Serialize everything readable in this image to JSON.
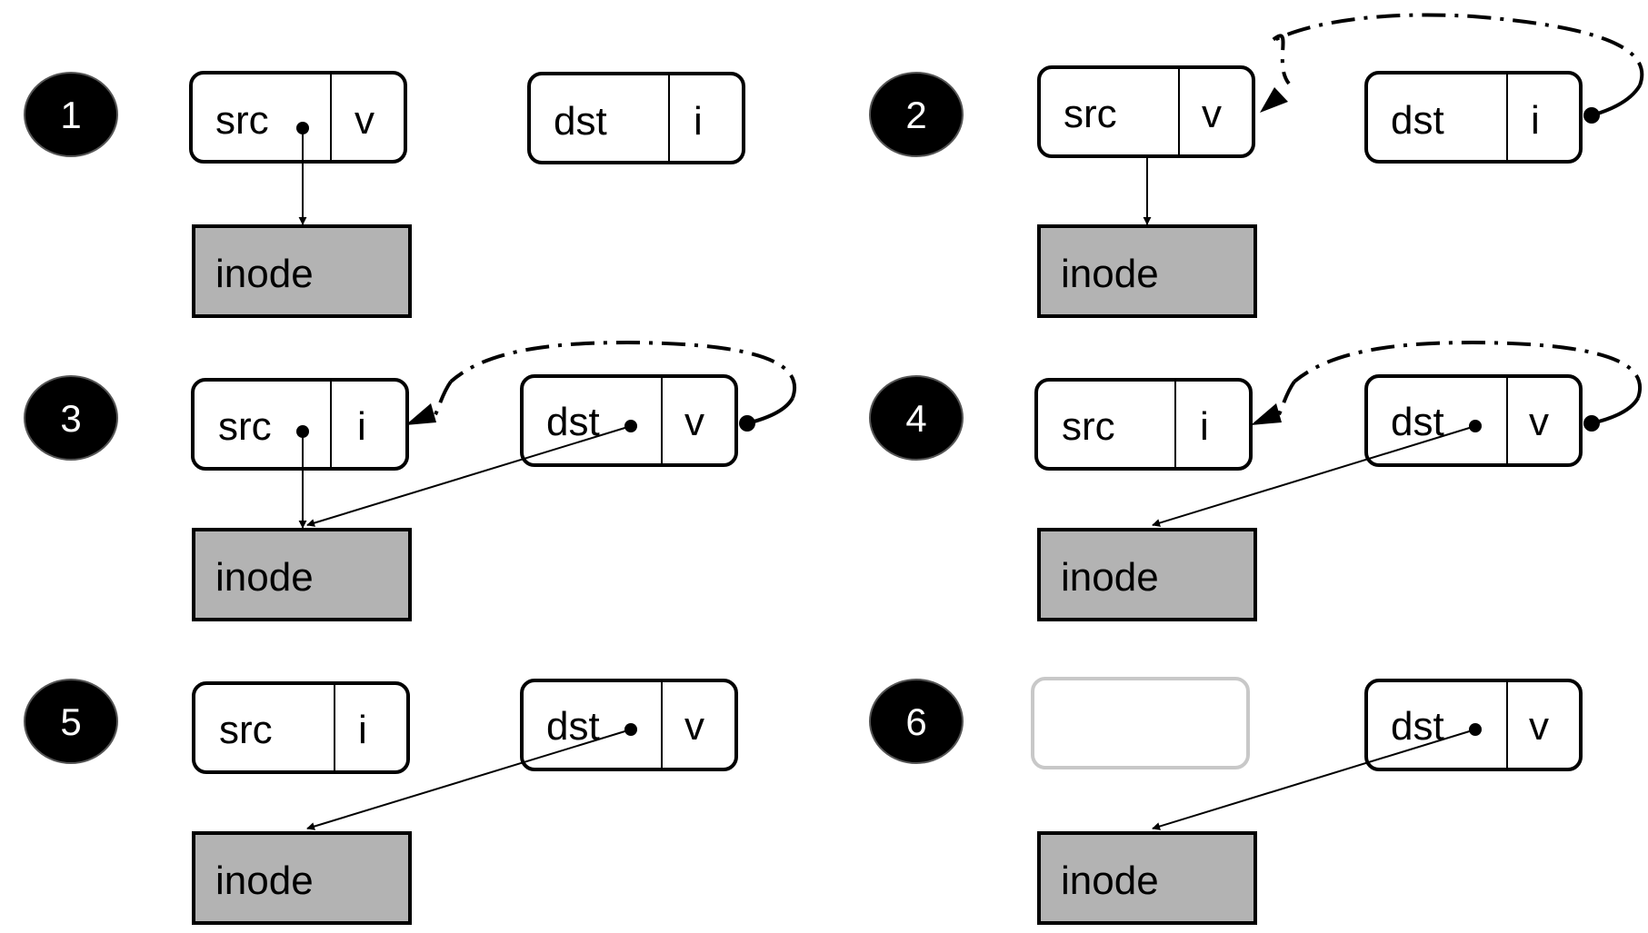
{
  "colors": {
    "badge": "#000000",
    "inode_fill": "#b3b3b3",
    "empty_entry_border": "#c8c8c8"
  },
  "steps": [
    {
      "number": "1",
      "src": {
        "name": "src",
        "type": "v"
      },
      "dst": {
        "name": "dst",
        "type": "i"
      },
      "inode": "inode"
    },
    {
      "number": "2",
      "src": {
        "name": "src",
        "type": "v"
      },
      "dst": {
        "name": "dst",
        "type": "i"
      },
      "inode": "inode"
    },
    {
      "number": "3",
      "src": {
        "name": "src",
        "type": "i"
      },
      "dst": {
        "name": "dst",
        "type": "v"
      },
      "inode": "inode"
    },
    {
      "number": "4",
      "src": {
        "name": "src",
        "type": "i"
      },
      "dst": {
        "name": "dst",
        "type": "v"
      },
      "inode": "inode"
    },
    {
      "number": "5",
      "src": {
        "name": "src",
        "type": "i"
      },
      "dst": {
        "name": "dst",
        "type": "v"
      },
      "inode": "inode"
    },
    {
      "number": "6",
      "src": {
        "name": "",
        "type": ""
      },
      "dst": {
        "name": "dst",
        "type": "v"
      },
      "inode": "inode"
    }
  ]
}
